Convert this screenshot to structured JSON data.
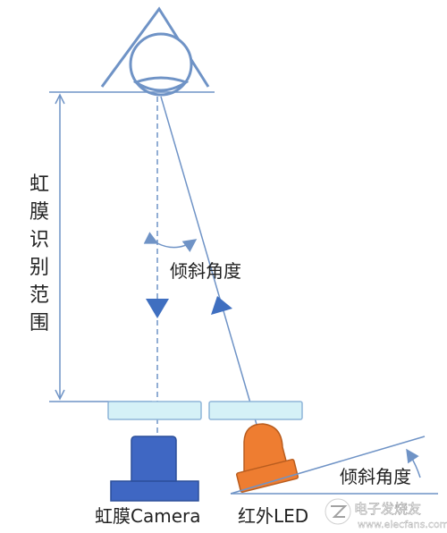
{
  "range_label_chars": [
    "虹",
    "膜",
    "识",
    "别",
    "范",
    "围"
  ],
  "tilt_angle_label": "倾斜角度",
  "ground_angle_label": "倾斜角度",
  "camera_label": "虹膜Camera",
  "led_label": "红外LED",
  "watermark": {
    "site_name": "电子发烧友",
    "site_url": "www.elecfans.com"
  },
  "colors": {
    "line": "#6f93c6",
    "camera_fill": "#3f67c3",
    "led_fill": "#ee7d31",
    "lens_fill": "#d5f1f7",
    "lens_stroke": "#8fb5d9",
    "text": "#222222"
  }
}
